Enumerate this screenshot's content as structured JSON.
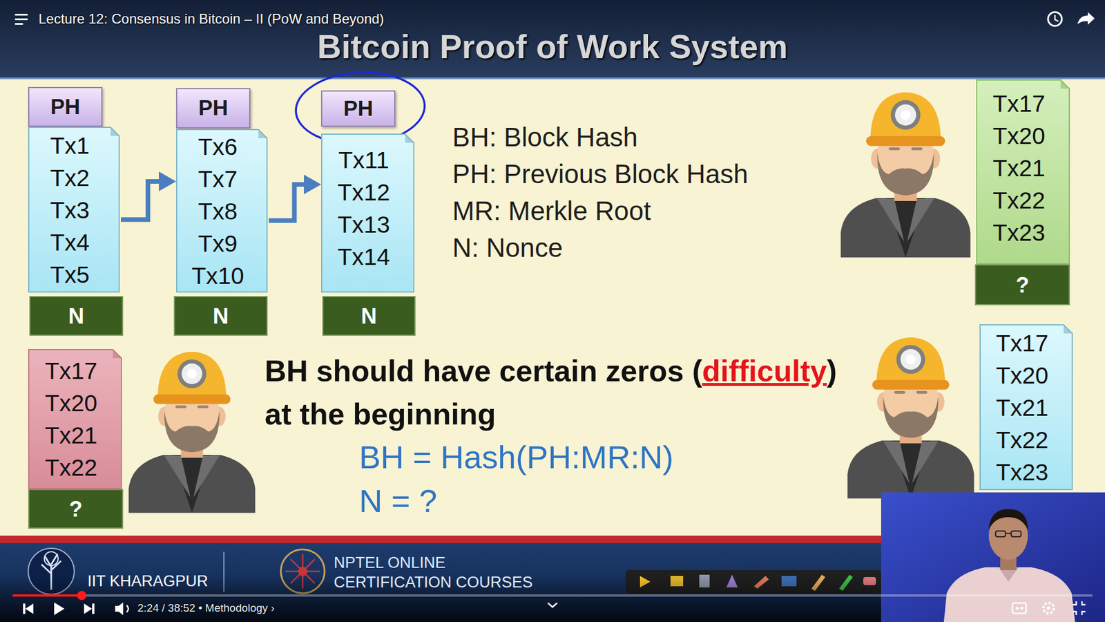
{
  "diagram": {
    "title": "Bitcoin Proof of Work System",
    "nodes": [
      {
        "text": [
          "PH"
        ]
      },
      {
        "text": [
          "Tx1",
          "Tx2",
          "Tx3",
          "Tx4",
          "Tx5"
        ]
      },
      {
        "text": [
          "N"
        ]
      },
      {
        "text": [
          "PH"
        ]
      },
      {
        "text": [
          "Tx6",
          "Tx7",
          "Tx8",
          "Tx9",
          "Tx10"
        ]
      },
      {
        "text": [
          "N"
        ]
      },
      {
        "text": [
          "PH"
        ]
      },
      {
        "text": [
          "Tx11",
          "Tx12",
          "Tx13",
          "Tx14"
        ]
      },
      {
        "text": [
          "N"
        ]
      },
      {
        "text": [
          "Tx17",
          "Tx20",
          "Tx21",
          "Tx22",
          "Tx23"
        ]
      },
      {
        "text": [
          "?"
        ]
      },
      {
        "text": [
          "Tx17",
          "Tx20",
          "Tx21",
          "Tx22"
        ]
      },
      {
        "text": [
          "?"
        ]
      },
      {
        "text": [
          "Tx17",
          "Tx20",
          "Tx21",
          "Tx22",
          "Tx23"
        ]
      }
    ],
    "edges": [
      {
        "from": 1,
        "to": 4,
        "arrow": "to"
      },
      {
        "from": 4,
        "to": 7,
        "arrow": "to"
      }
    ],
    "labels": [
      "Lecture 12: Consensus in Bitcoin – II (PoW and Beyond)",
      "BH: Block Hash",
      "PH: Previous Block Hash",
      "MR: Merkle Root",
      "N: Nonce",
      "BH should have certain zeros (",
      "difficulty",
      ")",
      "at the beginning",
      "BH = Hash(PH:MR:N)",
      "N = ?",
      "IIT KHARAGPUR",
      "NPTEL ONLINE",
      "CERTIFICATION COURSES",
      "2:24 / 38:52 • Methodology ›"
    ]
  }
}
